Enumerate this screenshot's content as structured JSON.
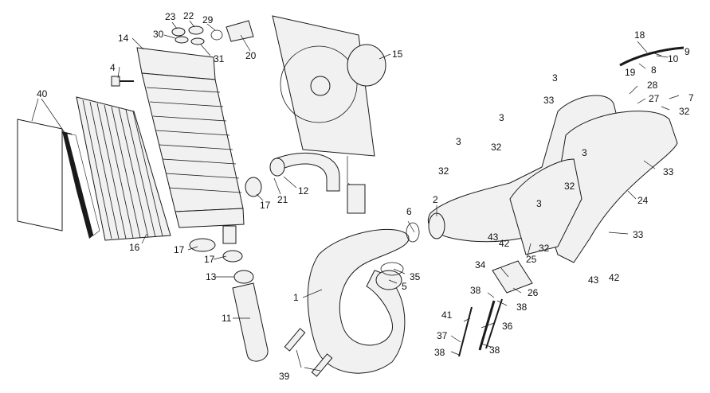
{
  "callouts": {
    "c1": "1",
    "c2": "2",
    "c3a": "3",
    "c3b": "3",
    "c3c": "3",
    "c3d": "3",
    "c3e": "3",
    "c4": "4",
    "c5": "5",
    "c6": "6",
    "c7": "7",
    "c8": "8",
    "c9": "9",
    "c10": "10",
    "c11": "11",
    "c12": "12",
    "c13": "13",
    "c14": "14",
    "c15": "15",
    "c16": "16",
    "c17a": "17",
    "c17b": "17",
    "c17c": "17",
    "c18": "18",
    "c19": "19",
    "c20": "20",
    "c21": "21",
    "c22": "22",
    "c23": "23",
    "c24": "24",
    "c25": "25",
    "c26": "26",
    "c27": "27",
    "c28": "28",
    "c29": "29",
    "c30": "30",
    "c31": "31",
    "c32a": "32",
    "c32b": "32",
    "c32c": "32",
    "c32d": "32",
    "c32e": "32",
    "c33a": "33",
    "c33b": "33",
    "c33c": "33",
    "c34": "34",
    "c35": "35",
    "c36": "36",
    "c37": "37",
    "c38a": "38",
    "c38b": "38",
    "c38c": "38",
    "c38d": "38",
    "c39": "39",
    "c40": "40",
    "c41": "41",
    "c42a": "42",
    "c42b": "42",
    "c43a": "43",
    "c43b": "43"
  }
}
